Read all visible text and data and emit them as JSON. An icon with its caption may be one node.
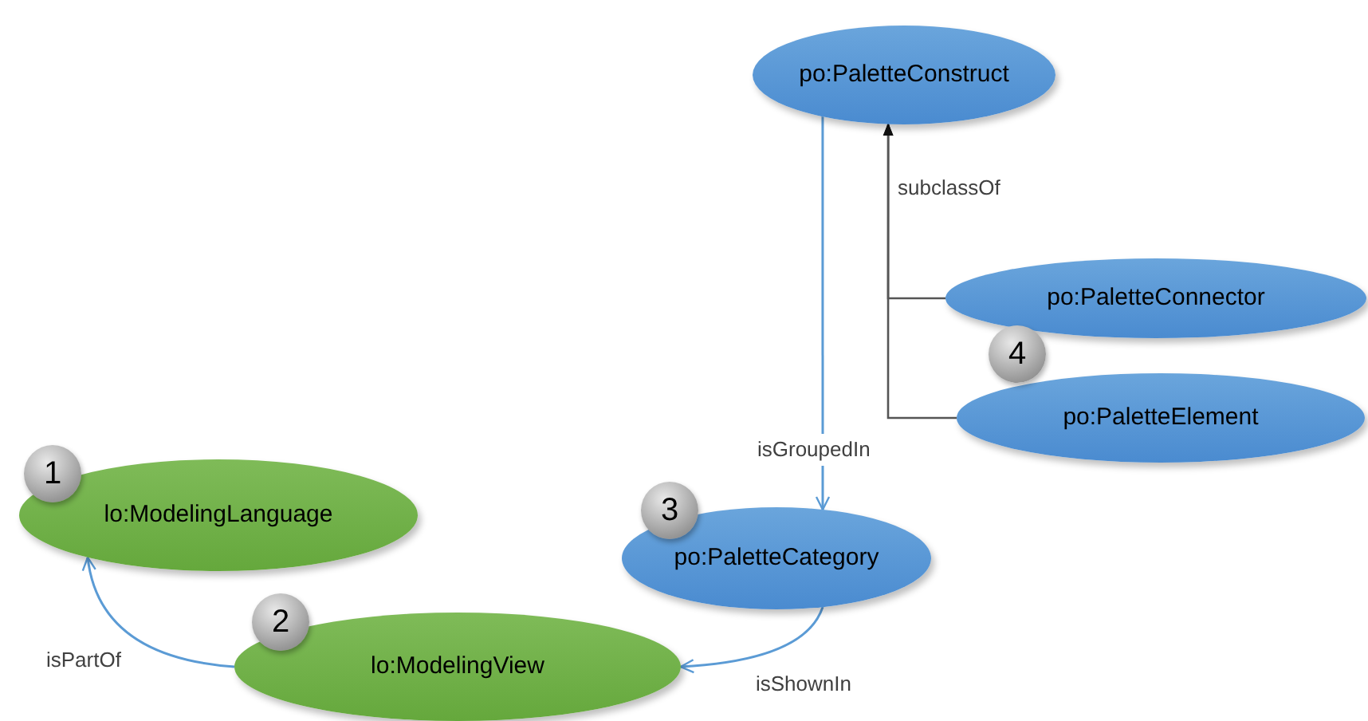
{
  "diagram": {
    "nodes": [
      {
        "text": [
          "po:PaletteConstruct"
        ]
      },
      {
        "text": [
          "po:PaletteConnector"
        ]
      },
      {
        "text": [
          "po:PaletteElement"
        ]
      },
      {
        "text": [
          "lo:ModelingLanguage"
        ]
      },
      {
        "text": [
          "po:PaletteCategory"
        ]
      },
      {
        "text": [
          "lo:ModelingView"
        ]
      }
    ],
    "edges": [
      {
        "from": 1,
        "to": 0,
        "arrow": "to",
        "label": "subclassOf",
        "color": "#555555"
      },
      {
        "from": 2,
        "to": 0,
        "arrow": "to",
        "color": "#555555"
      },
      {
        "from": 0,
        "to": 4,
        "arrow": "to",
        "label": "isGroupedIn"
      },
      {
        "from": 4,
        "to": 5,
        "arrow": "to",
        "label": "isShownIn"
      },
      {
        "from": 5,
        "to": 3,
        "arrow": "to",
        "label": "isPartOf"
      }
    ],
    "labels": [
      "1",
      "2",
      "3",
      "4"
    ]
  }
}
